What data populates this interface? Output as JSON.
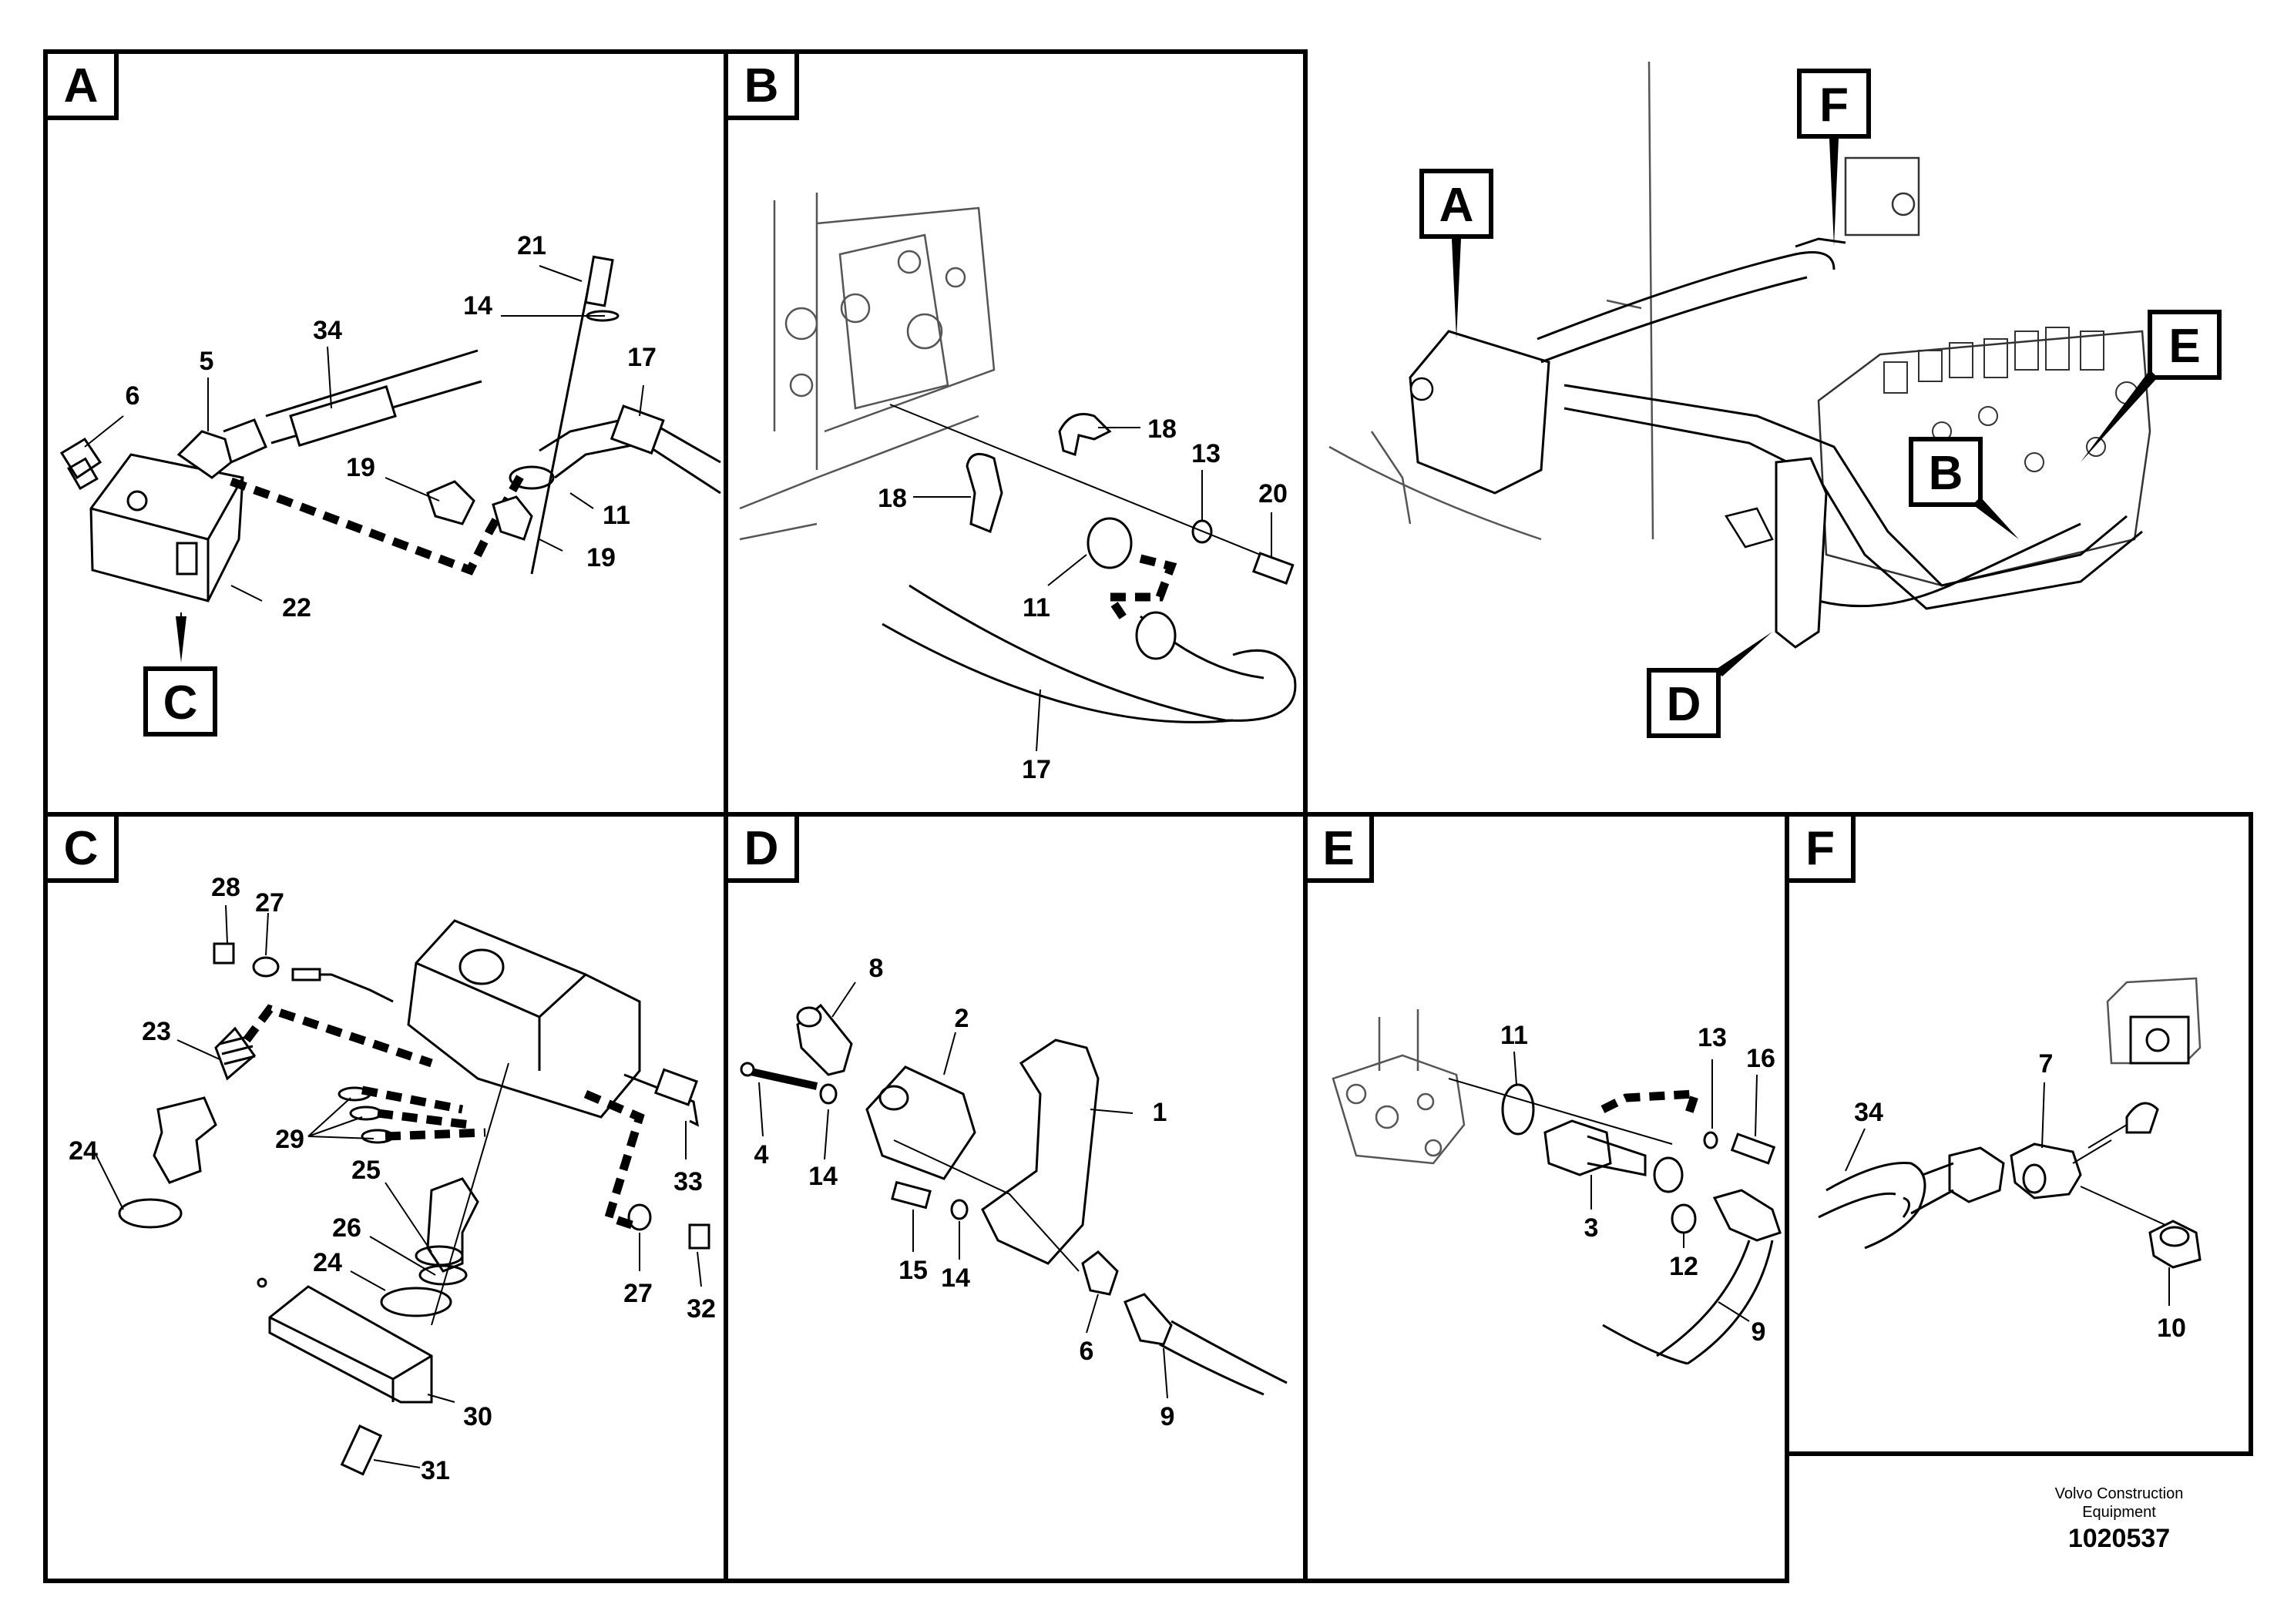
{
  "panels": {
    "A": "A",
    "B": "B",
    "C": "C",
    "D": "D",
    "E": "E",
    "F": "F"
  },
  "callouts": {
    "A": [
      "21",
      "14",
      "34",
      "5",
      "6",
      "17",
      "19",
      "11",
      "19",
      "22"
    ],
    "A_ref": "C",
    "B": [
      "18",
      "13",
      "20",
      "18",
      "11",
      "17"
    ],
    "C": [
      "28",
      "27",
      "23",
      "29",
      "24",
      "25",
      "26",
      "24",
      "33",
      "27",
      "32",
      "30",
      "31"
    ],
    "D": [
      "8",
      "2",
      "1",
      "4",
      "14",
      "15",
      "14",
      "6",
      "9"
    ],
    "E": [
      "11",
      "13",
      "16",
      "3",
      "12",
      "9"
    ],
    "F": [
      "34",
      "7",
      "10"
    ]
  },
  "overview": {
    "tags": [
      "A",
      "F",
      "E",
      "B",
      "D"
    ]
  },
  "footer": {
    "line1": "Volvo Construction",
    "line2": "Equipment",
    "number": "1020537"
  }
}
